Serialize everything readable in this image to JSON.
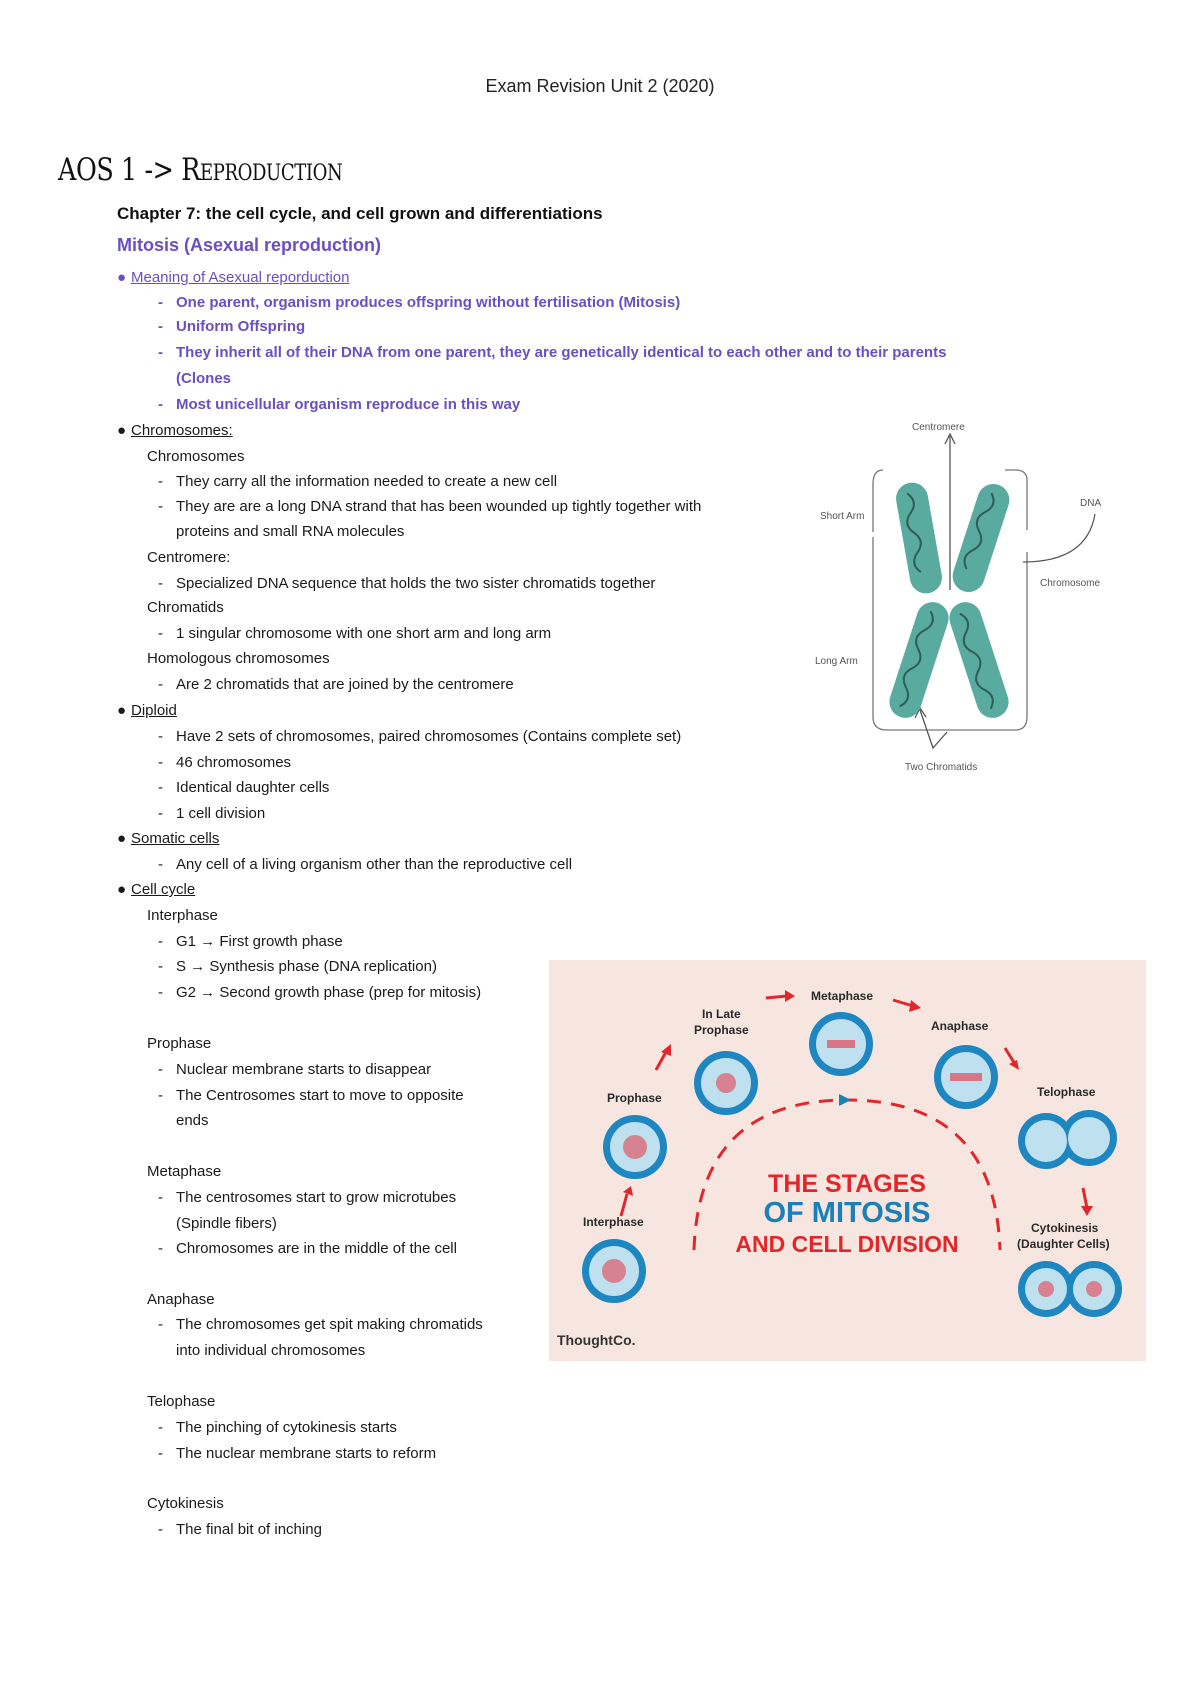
{
  "header": {
    "title": "Exam Revision Unit 2 (2020)"
  },
  "aos_title": "AOS 1 -> Reproduction",
  "chapter": "Chapter 7: the cell cycle, and cell grown and differentiations",
  "mitosis_heading": "Mitosis (Asexual reproduction)",
  "asexual": {
    "heading": "Meaning of Asexual reporduction",
    "items": [
      "One parent, organism produces offspring without fertilisation (Mitosis)",
      "Uniform Offspring",
      "They inherit all of their DNA from one parent, they are genetically identical to each other and to their parents",
      "(Clones",
      "Most unicellular organism reproduce in this way"
    ]
  },
  "chromosomes": {
    "heading": "Chromosomes:",
    "sub1": "Chromosomes",
    "items1": [
      "They carry all the information needed to create a new cell",
      "They are are a long DNA strand that has been wounded up tightly together with",
      "proteins and small RNA molecules"
    ],
    "sub2": "Centromere:",
    "items2": [
      "Specialized DNA sequence that holds the two sister chromatids together"
    ],
    "sub3": "Chromatids",
    "items3": [
      "1 singular chromosome with one short arm and long arm"
    ],
    "sub4": "Homologous chromosomes",
    "items4": [
      "Are 2 chromatids that are joined by the centromere"
    ]
  },
  "diploid": {
    "heading": "Diploid",
    "items": [
      "Have 2 sets of chromosomes, paired chromosomes (Contains complete set)",
      "46 chromosomes",
      "Identical daughter cells",
      "1 cell division"
    ]
  },
  "somatic": {
    "heading": "Somatic cells",
    "items": [
      "Any cell of a living organism other than the reproductive cell"
    ]
  },
  "cellcycle": {
    "heading": "Cell cycle",
    "interphase": {
      "title": "Interphase",
      "items": [
        "G1 → First growth phase",
        "S → Synthesis phase (DNA replication)",
        "G2 → Second growth phase (prep for mitosis)"
      ]
    },
    "prophase": {
      "title": "Prophase",
      "items": [
        "Nuclear membrane starts to disappear",
        "The Centrosomes start to move to opposite",
        "ends"
      ]
    },
    "metaphase": {
      "title": "Metaphase",
      "items": [
        "The centrosomes start to grow microtubes",
        "(Spindle fibers)",
        "Chromosomes are in the middle of the cell"
      ]
    },
    "anaphase": {
      "title": "Anaphase",
      "items": [
        "The chromosomes get spit making chromatids",
        "into individual chromosomes"
      ]
    },
    "telophase": {
      "title": "Telophase",
      "items": [
        "The pinching of cytokinesis starts",
        "The nuclear membrane starts to reform"
      ]
    },
    "cytokinesis": {
      "title": "Cytokinesis",
      "items": [
        "The final bit of inching"
      ]
    }
  },
  "chromosome_figure": {
    "labels": {
      "centromere": "Centromere",
      "dna": "DNA",
      "short_arm": "Short Arm",
      "chromosome": "Chromosome",
      "long_arm": "Long Arm",
      "two_chromatids": "Two Chromatids"
    },
    "colors": {
      "chromatid": "#5aab9f",
      "dna": "#2f5e58"
    }
  },
  "mitosis_figure": {
    "title_line1": "THE STAGES",
    "title_line2": "OF MITOSIS",
    "title_line3": "AND CELL DIVISION",
    "stages": {
      "interphase": "Interphase",
      "prophase": "Prophase",
      "late_prophase_1": "In Late",
      "late_prophase_2": "Prophase",
      "metaphase": "Metaphase",
      "anaphase": "Anaphase",
      "telophase": "Telophase",
      "cytokinesis_1": "Cytokinesis",
      "cytokinesis_2": "(Daughter Cells)"
    },
    "brand": "ThoughtCo.",
    "colors": {
      "background": "#f6e6df",
      "red": "#e0282c",
      "blue": "#1b7fb8",
      "cell": "#1e86c0"
    }
  }
}
